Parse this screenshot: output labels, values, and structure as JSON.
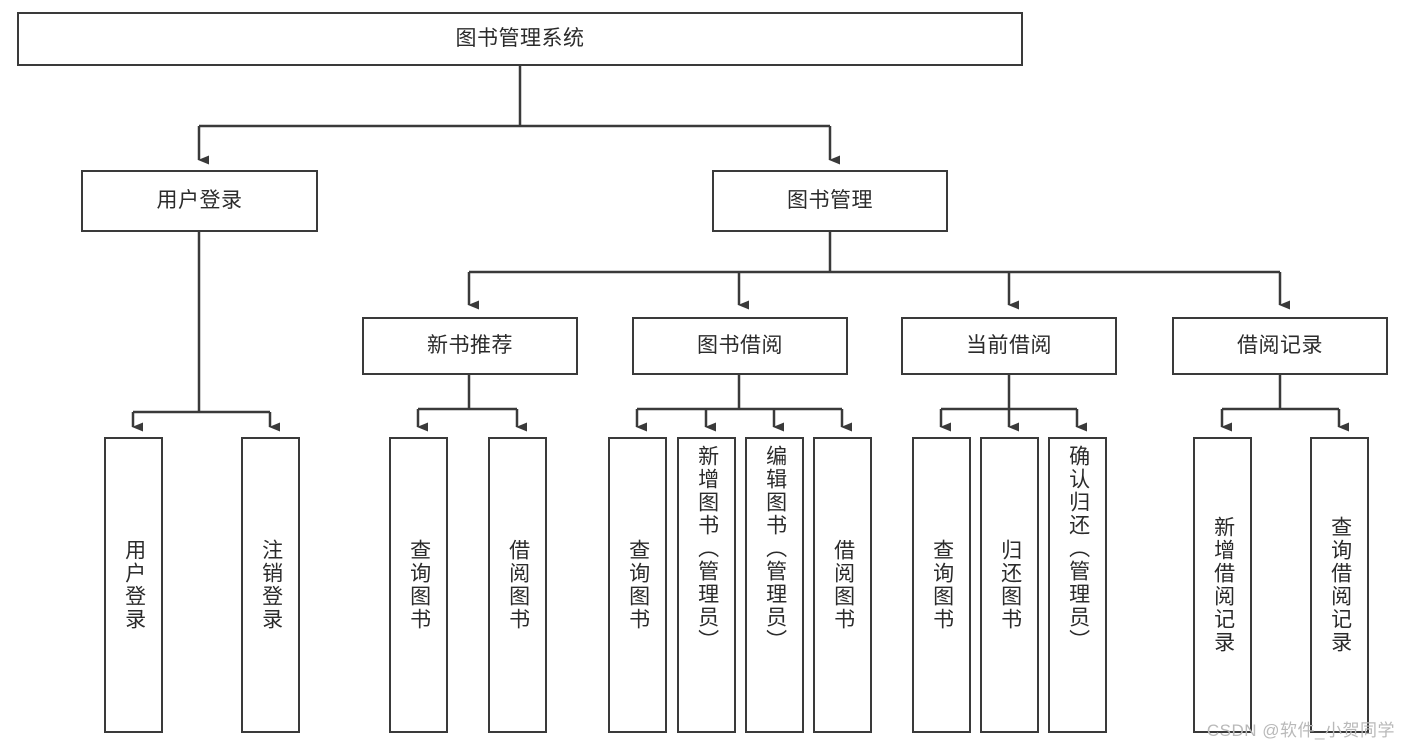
{
  "diagram": {
    "title_node": {
      "label": "图书管理系统"
    },
    "level1": [
      {
        "id": "user-login",
        "label": "用户登录"
      },
      {
        "id": "book-management",
        "label": "图书管理"
      }
    ],
    "level2": [
      {
        "id": "new-book-recommend",
        "label": "新书推荐"
      },
      {
        "id": "book-borrow",
        "label": "图书借阅"
      },
      {
        "id": "current-borrow",
        "label": "当前借阅"
      },
      {
        "id": "borrow-record",
        "label": "借阅记录"
      }
    ],
    "leaves": {
      "user_login": [
        {
          "id": "leaf-user-login",
          "label": "用户登录"
        },
        {
          "id": "leaf-logout-login",
          "label": "注销登录"
        }
      ],
      "new_book_recommend": [
        {
          "id": "leaf-query-book-1",
          "label": "查询图书"
        },
        {
          "id": "leaf-borrow-book-1",
          "label": "借阅图书"
        }
      ],
      "book_borrow": [
        {
          "id": "leaf-query-book-2",
          "label": "查询图书"
        },
        {
          "id": "leaf-add-book-admin",
          "label": "新增图书（管理员）"
        },
        {
          "id": "leaf-edit-book-admin",
          "label": "编辑图书（管理员）"
        },
        {
          "id": "leaf-borrow-book-2",
          "label": "借阅图书"
        }
      ],
      "current_borrow": [
        {
          "id": "leaf-query-book-3",
          "label": "查询图书"
        },
        {
          "id": "leaf-return-book",
          "label": "归还图书"
        },
        {
          "id": "leaf-confirm-return-admin",
          "label": "确认归还（管理员）"
        }
      ],
      "borrow_record": [
        {
          "id": "leaf-add-borrow-record",
          "label": "新增借阅记录"
        },
        {
          "id": "leaf-query-borrow-record",
          "label": "查询借阅记录"
        }
      ]
    }
  },
  "watermark": {
    "text": "CSDN @软件_小贺同学"
  },
  "colors": {
    "stroke": "#3a3a3a",
    "box_fill": "#ffffff",
    "text": "#2b2b2b",
    "watermark": "#b9b9b9"
  }
}
